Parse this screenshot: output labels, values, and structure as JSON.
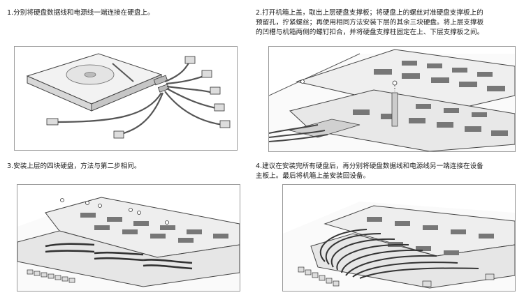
{
  "steps": [
    {
      "caption": "1.分别将硬盘数据线和电源线一端连接在硬盘上。"
    },
    {
      "caption": "2.打开机箱上盖，取出上层硬盘支撑板；将硬盘上的螺丝对准硬盘支撑板上的\n预留孔，拧紧螺丝；再使用相同方法安装下层的其余三块硬盘。将上层支撑板\n的凹槽与机箱两侧的螺钉扣合，并将硬盘支撑柱固定在上、下层支撑板之间。"
    },
    {
      "caption": "3.安装上层的四块硬盘，方法与第二步相同。"
    },
    {
      "caption": "4.建议在安装完所有硬盘后，再分别将硬盘数据线和电源线另一端连接在设备\n主板上。最后将机箱上盖安装回设备。"
    }
  ]
}
